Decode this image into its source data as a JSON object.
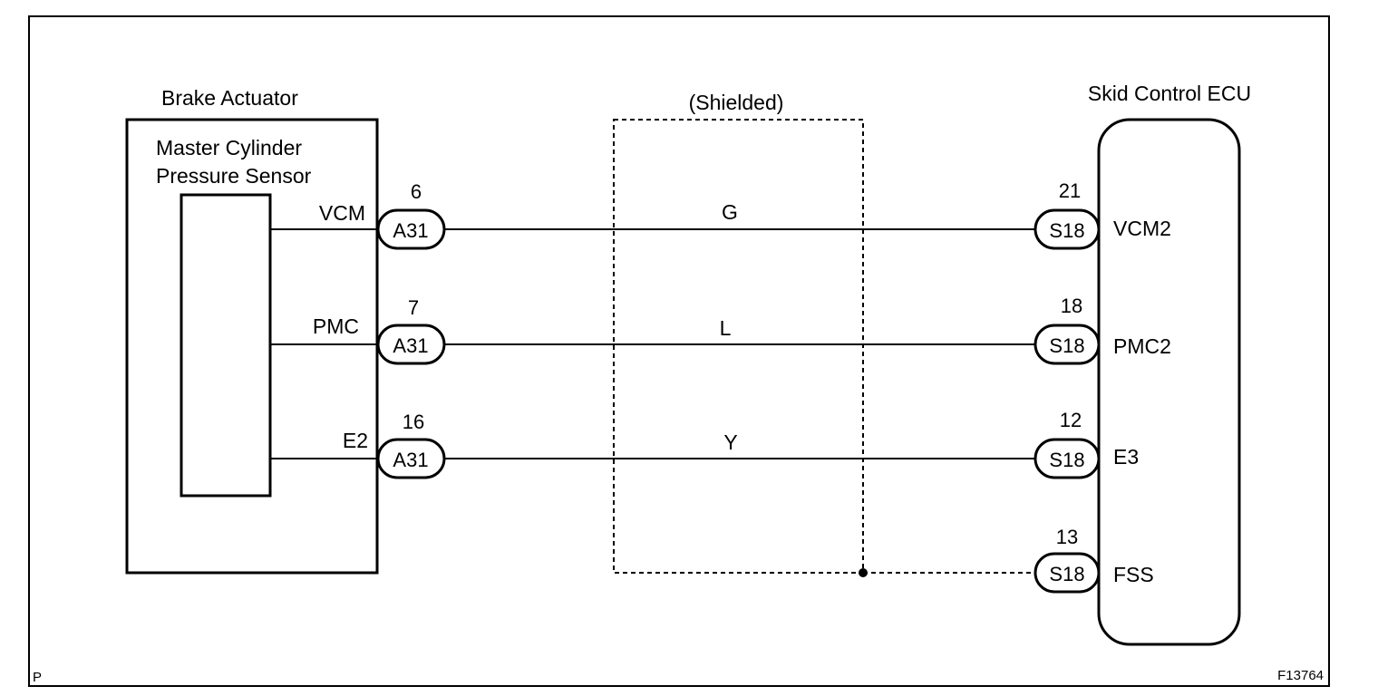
{
  "actuator": {
    "title": "Brake Actuator",
    "sensor_line1": "Master Cylinder",
    "sensor_line2": "Pressure Sensor",
    "terminals": [
      "VCM",
      "PMC",
      "E2"
    ]
  },
  "shield_label": "(Shielded)",
  "ecu": {
    "title": "Skid Control ECU",
    "terminals": [
      "VCM2",
      "PMC2",
      "E3",
      "FSS"
    ]
  },
  "wires": [
    {
      "act_pin": "6",
      "act_conn": "A31",
      "color": "G",
      "ecu_pin": "21",
      "ecu_conn": "S18"
    },
    {
      "act_pin": "7",
      "act_conn": "A31",
      "color": "L",
      "ecu_pin": "18",
      "ecu_conn": "S18"
    },
    {
      "act_pin": "16",
      "act_conn": "A31",
      "color": "Y",
      "ecu_pin": "12",
      "ecu_conn": "S18"
    }
  ],
  "shield_wire": {
    "ecu_pin": "13",
    "ecu_conn": "S18"
  },
  "corner_left": "P",
  "figure_id": "F13764"
}
